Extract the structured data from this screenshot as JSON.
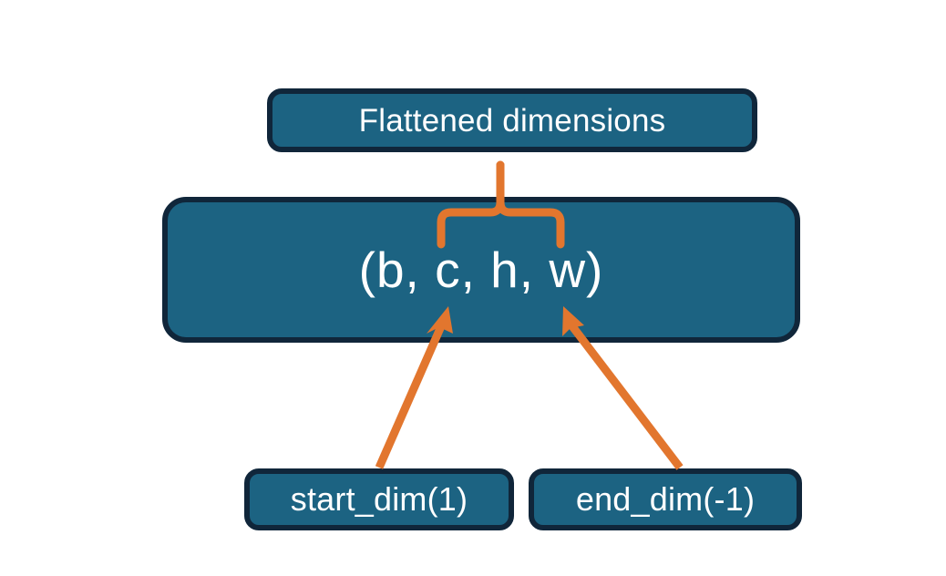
{
  "diagram": {
    "title_node": {
      "name": "flattened-dimensions",
      "label": "Flattened dimensions"
    },
    "shape_node": {
      "name": "tensor-shape",
      "label": "(b, c, h, w)"
    },
    "start_dim_node": {
      "name": "start-dim",
      "label": "start_dim(1)"
    },
    "end_dim_node": {
      "name": "end-dim",
      "label": "end_dim(-1)"
    },
    "connectors": {
      "brace": {
        "name": "curly-brace-connector",
        "spans_label": "c, h, w",
        "points_to": "Flattened dimensions"
      },
      "start_dim_arrow": {
        "name": "start-dim-arrow",
        "points_to": "c"
      },
      "end_dim_arrow": {
        "name": "end-dim-arrow",
        "points_to": "w"
      }
    },
    "colors": {
      "node_fill": "#1c6382",
      "node_border": "#10263a",
      "node_text": "#ffffff",
      "connector": "#e2762e",
      "background": "#ffffff"
    }
  }
}
